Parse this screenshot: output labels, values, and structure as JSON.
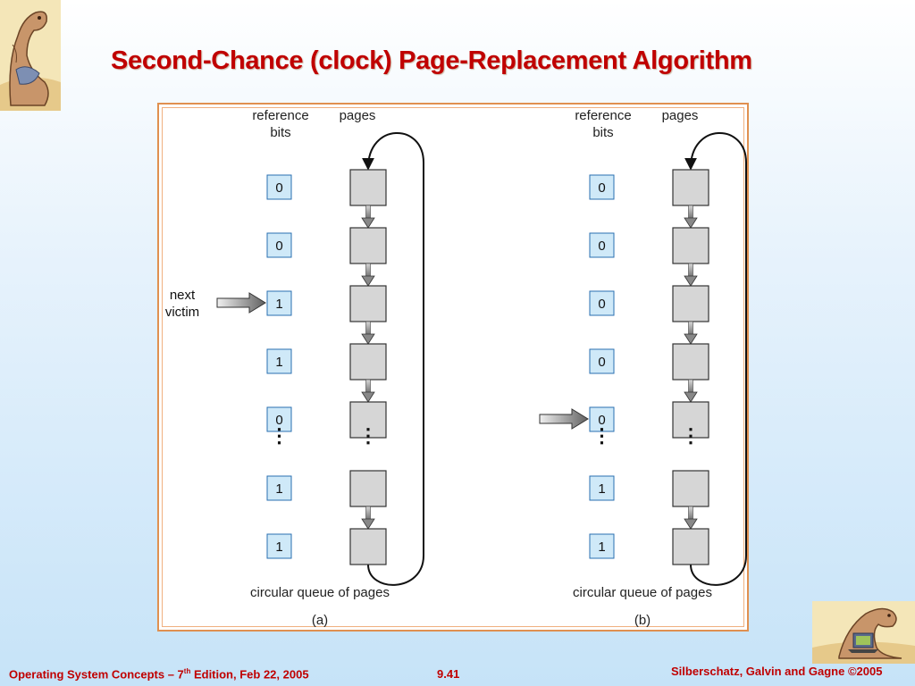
{
  "title": "Second-Chance (clock) Page-Replacement Algorithm",
  "figure": {
    "panels": [
      {
        "id": "a",
        "caption": "(a)",
        "header_ref": [
          "reference",
          "bits"
        ],
        "header_pages": "pages",
        "ref_bits": [
          "0",
          "0",
          "1",
          "1",
          "0",
          "1",
          "1"
        ],
        "ellipsis": "⋮",
        "pointer_label": [
          "next",
          "victim"
        ],
        "pointer_row": 2,
        "queue_label": "circular queue of pages"
      },
      {
        "id": "b",
        "caption": "(b)",
        "header_ref": [
          "reference",
          "bits"
        ],
        "header_pages": "pages",
        "ref_bits": [
          "0",
          "0",
          "0",
          "0",
          "0",
          "1",
          "1"
        ],
        "ellipsis": "⋮",
        "pointer_label": [],
        "pointer_row": 4,
        "queue_label": "circular queue of pages"
      }
    ]
  },
  "footer": {
    "left_pre": "Operating System Concepts – 7",
    "left_sup": "th",
    "left_post": " Edition, Feb 22, 2005",
    "center": "9.41",
    "right": "Silberschatz, Galvin and Gagne ©2005"
  }
}
